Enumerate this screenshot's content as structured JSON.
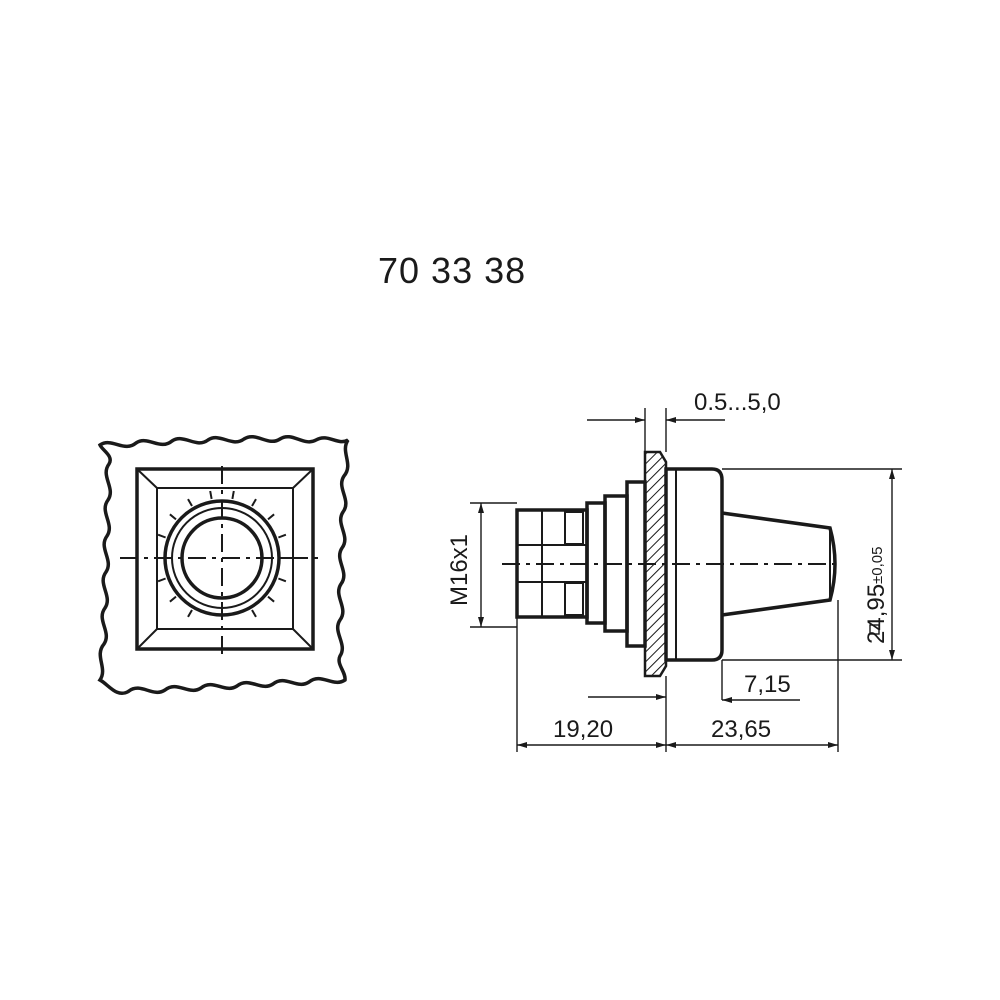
{
  "part_number": "70 33 38",
  "dimensions": {
    "panel_thickness": "0.5...5,0",
    "thread": "M16x1",
    "square_size": "24,95",
    "square_tolerance": "±0,05",
    "knob_offset": "7,15",
    "rear_length": "19,20",
    "front_length": "23,65"
  },
  "colors": {
    "line": "#1a1a1a",
    "background": "#ffffff"
  }
}
